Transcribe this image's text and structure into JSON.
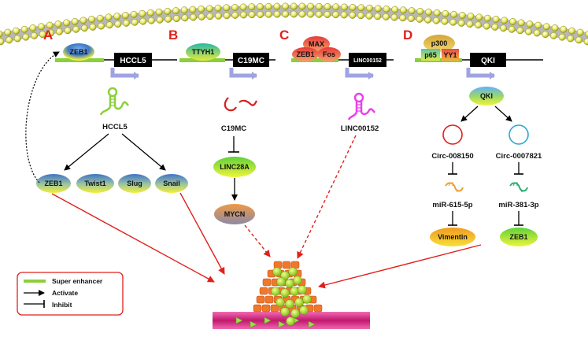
{
  "panels": {
    "a": {
      "letter": "A",
      "tf": "ZEB1",
      "gene": "HCCL5",
      "rna": "HCCL5",
      "targets": [
        "ZEB1",
        "Twist1",
        "Slug",
        "Snail"
      ]
    },
    "b": {
      "letter": "B",
      "tf": "TTYH1",
      "gene": "C19MC",
      "mirna": "C19MC",
      "target1": "LINC28A",
      "target2": "MYCN"
    },
    "c": {
      "letter": "C",
      "tfs": [
        "MAX",
        "ZEB1",
        "Fos"
      ],
      "gene": "LINC00152",
      "rna": "LINC00152"
    },
    "d": {
      "letter": "D",
      "tfs": [
        "p300",
        "p65",
        "YY1"
      ],
      "gene": "QKI",
      "protein": "QKI",
      "circ1": "Circ-008150",
      "circ2": "Circ-0007821",
      "mir1": "miR-615-5p",
      "mir2": "miR-381-3p",
      "target1": "Vimentin",
      "target2": "ZEB1"
    }
  },
  "legend": {
    "super_enhancer": "Super enhancer",
    "activate": "Activate",
    "inhibit": "Inhibit"
  },
  "colors": {
    "red_arrow": "#e0201b",
    "super_enhancer": "#8ccf3c",
    "gene_box": "#000000",
    "transcription_arrow": "#9fa3e0"
  }
}
